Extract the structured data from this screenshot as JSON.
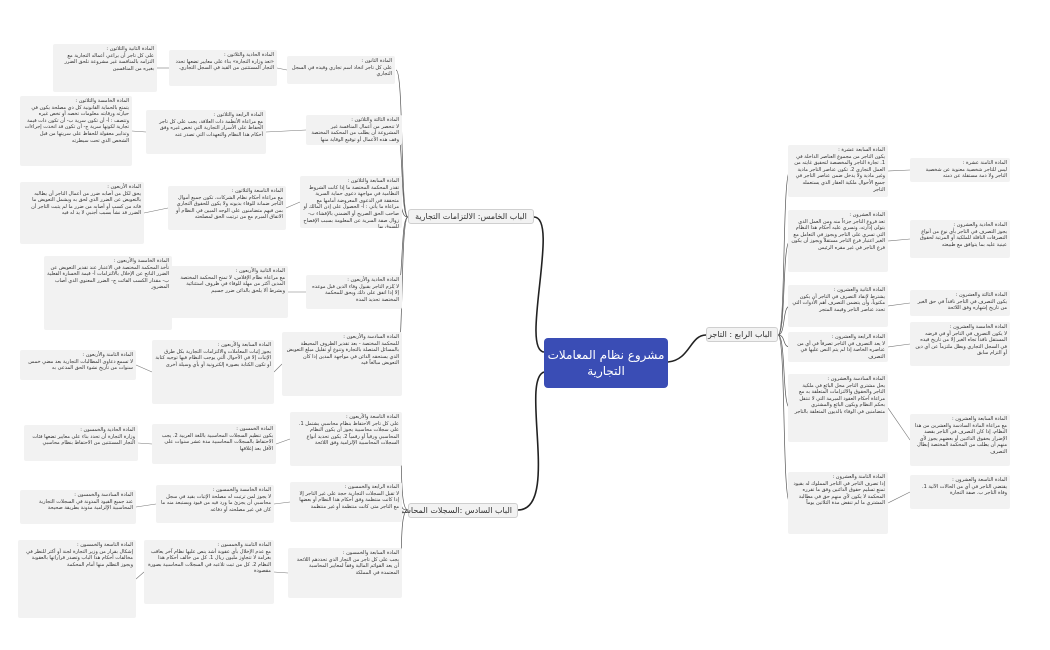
{
  "root": {
    "title": "مشروع نظام المعاملات التجارية"
  },
  "branches": [
    {
      "label": "الباب الخامس: الالتزامات التجارية"
    },
    {
      "label": "الباب السادس :السجلات المحاسبية"
    },
    {
      "label": "الباب الرابع : التاجر"
    }
  ],
  "left_top": [
    "المادة الثانون :\nعلى كل تاجر اتخاذ اسم تجاري وقيده في السجل التجاري",
    "المادة الحادية والثلاثون :\n«تعد وزارة التجارة» بناء على معايير تضعها تحدد التجار المستثنين من القيد في السجل التجاري.",
    "المادة الثانية والثلاثون :\nعلى كل تاجر أن يراعي أعماله التجارية مع التزامه بالمنافسة غير مشروعة تلحق الضرر بغيره من المنافسين",
    "المادة الثالثة والثلاثون :\nلا تنحصر من أعمال المنافسة غير المشروعة أن يطلب من المحكمة المختصة وقف هذه الأعمال أو توقيع الوقاية منها",
    "المادة الرابعة والثلاثون :\nمع مراعاة الأنظمة ذات العلاقة، يجب على كل تاجر الحفاظ على الأسرار التجارية التي تخص غيره وفق أحكام هذا النظام والتعهدات التي تصدر عنه",
    "المادة الخامسة والثلاثون :\nيتمتع بالحماية القانونية كل ذي مصلحة يكون في حيازته ورقابته معلومات تخصه أو تخص غيره وتتصف : أ- أن تكون سرية ب- أن تكون ذات قيمة تجارية لكونها سرية ج- أن تكون قد اتخذت إجراءات وتدابير معقولة للحفاظ على سريتها من قبل الشخص الذي تحت سيطرته",
    "المادة السابعة والثلاثون :\nتقدر المحكمة المختصة ما إذا كانت الشروط النظامية في مواجهة دعوى حماية السرية متحققة في الدعوى المعروضة أمامها مع مراعاة ما يأتي : أ- الحصول على إذن المالك أو صاحب الحق الصريح أو الضمني بالإفشاء ب- زوال صفة السرية عن المعلومة بسبب الإفصاح للسوق بها",
    "المادة التاسعة والثلاثون :\nمع مراعاة أحكام نظام الشركات، تكون جميع أموال التاجر ضمانة للوفاء بديونه ولا يكون للحقوق التجاري بمن فيهم متضامنون على الوجه المبين في النظام أو الاتفاق المبرم مع من ترتبت الحق لمصلحته",
    "المادة الأربعون :\nيحق لكل من أصابه ضرر من أعمال التاجر أن يطالبه بالتعويض عن الضرر الذي لحق به ويشمل التعويض ما فاته من كسب أو أصابه من ضرر ما لم يثبت التاجر أن الضرر قد نشأ بسبب أجنبي لا يد له فيه"
  ],
  "left_mid": [
    "المادة الحادية والأربعون :\nلا يُلزم التاجر بقبول وفاء الدين قبل موعده إلا إذا اتفق على ذلك ويحق للمحكمة المختصة تحديد المدة",
    "المادة الثانية والأربعون :\nمع مراعاة نظام الإفلاس، لا تمنح المحكمة المختصة المدين أكثر من مهلة للوفاء في ظروف استثنائية وبشرط ألا يلحق بالدائن ضرر جسيم",
    "المادة الخامسة والأربعون :\nتأخذ المحكمة المختصة في الاعتبار عند تقدير التعويض عن الضرر الناتج عن الإخلال بالالتزامات أ- قيمة الخسارة الفعلية ب- مقدار الكسب الفائت ج- الضرر المعنوي الذي أصاب المضرور",
    "المادة السادسة والأربعون :\nللمحكمة المختصة - بعد تقدير الظروف المحيطة بالمسائل المتصلة بالتجارة وتنوع أو تقليل مبلغ التعويض الذي يستحقه الدائن في مواجهة المدين إذا كان التعويض مبالغاً فيه",
    "المادة السابعة والأربعون :\nيجوز إثبات المعاملات والالتزامات التجارية بكل طرق الإثبات إلا في الأحوال التي يوجب النظام فيها توجيه كتابة أو تكون الكتابة بصورة إلكترونية أو بأي وسيلة أخرى",
    "المادة الثامنة والأربعون :\nلا تسمع دعاوى المطالبات التجارية بعد مضي خمس سنوات من تاريخ نشوء الحق المدعى به"
  ],
  "left_bottom": [
    "المادة التاسعة والأربعون :\nعلى كل تاجر الاحتفاظ بنظام محاسبي يشتمل 1. على سجلات محاسبية يجوز أن يكون النظام المحاسبي ورقياً أو رقمياً 2. يكون تحديد أنواع السجلات المحاسبية الإلزامية وفق اللائحة",
    "المادة الخمسون :\nيكون تنظيم السجلات المحاسبية باللغة العربية 2. يجب الاحتفاظ بالسجلات المحاسبية مدة عشر سنوات على الأقل بعد إغلاقها",
    "المادة الحادية والخمسون :\nوزارة التجارة أن تحدد بناء على معايير تضعها فئات التجار المستثنين من الاحتفاظ بنظام محاسبي",
    "المادة الرابعة والخمسون :\nلا تقبل السجلات التجارية حجة على غير التاجر إلا إذا كانت منتظمة وفق أحكام هذا النظام أو بعضها مع التاجر متى كانت منتظمة أو غير منتظمة",
    "المادة الخامسة والخمسون :\nلا يجوز لمن ترتبت له مصلحة الإثبات بقيد في سجل محاسبي أن يجزئ ما ورد فيه من قيود ويستبعد منه ما كان في غير مصلحته أو دفاعه",
    "المادة السادسة والخمسون :\nعند جميع القيود المدونة في السجلات التجارية المحاسبية الإلزامية مدونة بطريقة صحيحة",
    "المادة السابعة والخمسون :\nيجب على كل تاجر من التجار الذي تحددهم اللائحة أن يعد القوائم المالية وفقاً لمعايير المحاسبة المعتمدة في المملكة",
    "المادة الثامنة والخمسون :\nمع عدم الإخلال بأي عقوبة أشد ينص عليها نظام آخر يعاقب بغرامة لا تتجاوز مليون ريال 1. كل من خالف أحكام هذا النظام 2. كل من ثبت تلاعبه في السجلات المحاسبية بصورة مقصودة",
    "المادة التاسعة والخمسون :\nإشكال بقرار من وزير التجارة لجنة أو أكثر للنظر في مخالفات أحكام هذا الباب وتصدر قراراتها بالعقوبة ويجوز التظلم منها أمام المحكمة"
  ],
  "right": [
    "المادة السابعة عشرة :\nيكون التاجر من مجموع العناصر الداخلة في 1. تجارة التاجر والمخصصة لتحقيق غايته من العمل التجاري 2. تكون عناصر التاجر مادية وغير مادية ولا يدخل ضمن عناصر التاجر في جميع الأحوال ملكية العقار الذي يستعمله التاجر",
    "المادة الثامنة عشرة :\nليس للتاجر شخصية معنوية عن شخصية التاجر ولا ذمة مستقلة عن ذمته",
    "المادة العشرون :\nتعد فروع التاجر جزءاً منه ومن العمل الذي يتولى إدارته، وتسري عليه أحكام هذا النظام التي تسري على التاجر ويجوز في التعامل مع الغير اعتبار فرع التاجر مستقلاً ويجوز أن يكون فرع التاجر في غير مقره الرئيس",
    "المادة الحادية والعشرون :\nيجوز التصرف في التاجر بأي نوع من أنواع التصرفات الناقلة للملكية أو المرتبة لحقوق عينية عليه بما يتوافق مع طبيعته",
    "المادة الثانية والعشرون :\nيشترط لإنفاذ التصرف في التاجر أن يكون مكتوباً، وأن يتضمن التصرف أهم الأدوات التي تحدد عناصر التاجر وقيمة المتجر",
    "المادة الثالثة والعشرون :\nيكون التصرف في التاجر نافذاً في حق الغير من تاريخ إشهاره وفق اللائحة",
    "المادة الرابعة والعشرون :\nلا يعد التصرف في التاجر تصرفاً في أي من عناصره الخاصة إذا لم يتم النص عليها في التصرف",
    "المادة الخامسة والعشرون :\nلا يكون التصرف في التاجر أو في قرضه المستقل نافذاً تجاه الغير إلا من تاريخ قيده في السجل التجاري ويظل ملتزماً عن أي دين أو التزام سابق",
    "المادة السادسة والعشرون :\nيحل مشتري التاجر محل البائع في ملكية التاجر والحقوق والالتزامات المتعلقة به مع مراعاة أحكام العقود المبرمة التي لا تنتقل بحكم النظام ويكون البائع والمشتري متضامنين في الوفاء بالديون المتعلقة بالتاجر",
    "المادة السابعة والعشرون :\nمع مراعاة المادة السادسة والعشرين من هذا النظام، إذا كان التصرف في التاجر بقصد الإضرار بحقوق الدائنين أو بعضهم يجوز لأي منهم أن يطلب من المحكمة المختصة إبطال التصرف",
    "المادة الثامنة والعشرون :\nإذا تصرف التاجر في التاجر المملوك له بقيود تمنع تسليم حقوق الدائنين وفق ما تقرره المحكمة لا يكون لأي منهم حق في مطالبة المشتري ما لم تنقض مدة الثلاثين يوماً",
    "المادة التاسعة والعشرون :\nيقتضي التاجر في أي من الحالات الآتية 1. وفاة التاجر ب. صفة التجارة"
  ]
}
